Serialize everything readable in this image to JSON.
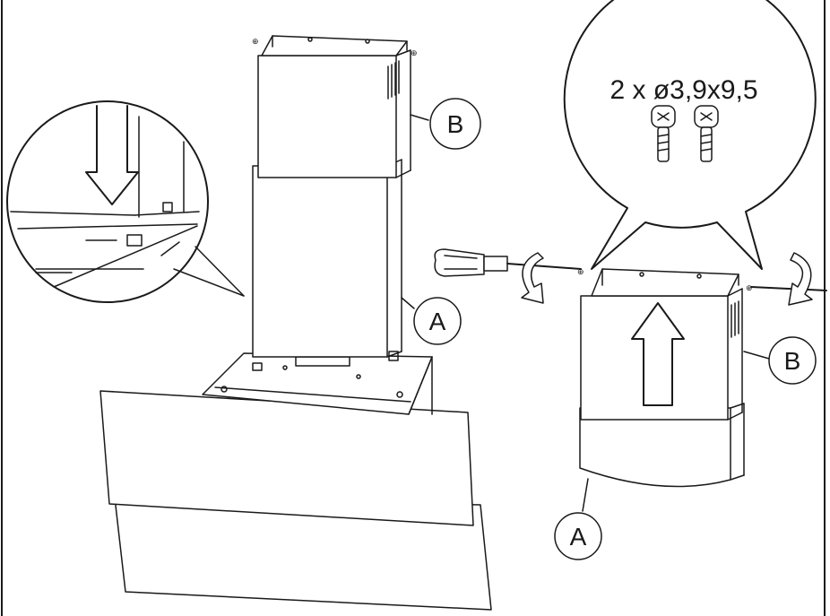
{
  "callout": {
    "screw_spec": "2 x ø3,9x9,5"
  },
  "labels": {
    "a": "A",
    "b": "B"
  },
  "icons": [
    "screw-icon",
    "screwdriver-icon",
    "rotate-arrow-icon",
    "up-arrow-icon",
    "down-arrow-icon"
  ],
  "colors": {
    "line": "#1a1a1a",
    "fill": "#ffffff"
  }
}
